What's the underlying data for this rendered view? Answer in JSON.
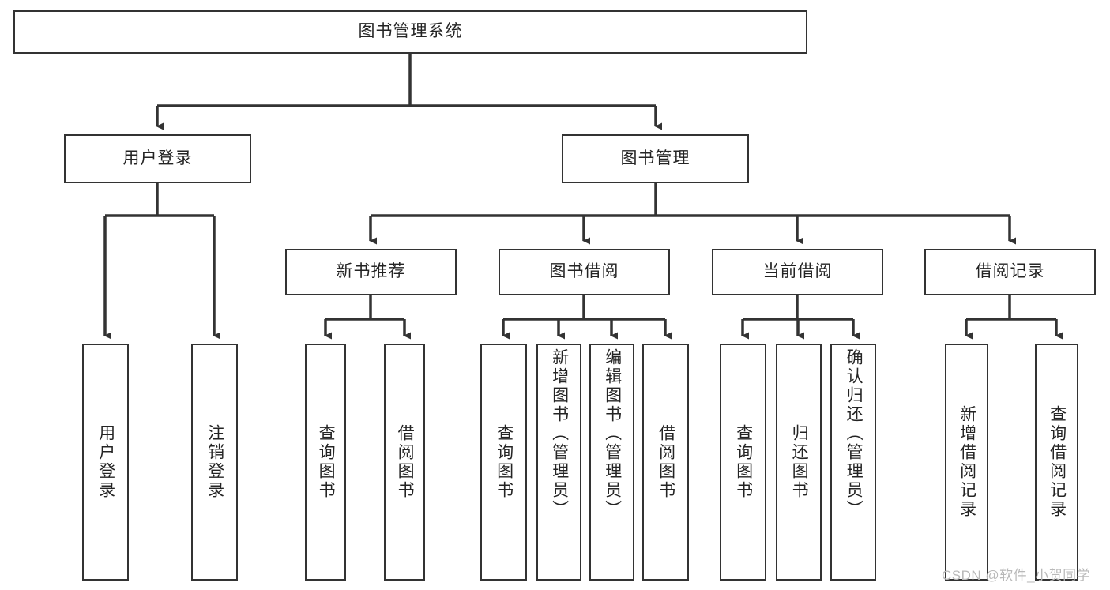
{
  "diagram": {
    "type": "hierarchy-tree",
    "title": "图书管理系统",
    "watermark": "CSDN @软件_小贺同学",
    "colors": {
      "box_border": "#333333",
      "box_fill": "#ffffff",
      "edge": "#333333",
      "text": "#242424",
      "watermark": "#b9b9b9"
    },
    "nodes": {
      "root": {
        "label": "图书管理系统"
      },
      "level2": [
        {
          "id": "user-login",
          "label": "用户登录"
        },
        {
          "id": "book-management",
          "label": "图书管理"
        }
      ],
      "level3": [
        {
          "id": "new-book-recommend",
          "label": "新书推荐"
        },
        {
          "id": "book-borrow",
          "label": "图书借阅"
        },
        {
          "id": "current-borrow",
          "label": "当前借阅"
        },
        {
          "id": "borrow-record",
          "label": "借阅记录"
        }
      ],
      "leaves": [
        {
          "id": "leaf-user-login",
          "label": "用户登录",
          "parent": "user-login"
        },
        {
          "id": "leaf-logout",
          "label": "注销登录",
          "parent": "user-login"
        },
        {
          "id": "leaf-query-book-1",
          "label": "查询图书",
          "parent": "new-book-recommend"
        },
        {
          "id": "leaf-borrow-book-1",
          "label": "借阅图书",
          "parent": "new-book-recommend"
        },
        {
          "id": "leaf-query-book-2",
          "label": "查询图书",
          "parent": "book-borrow"
        },
        {
          "id": "leaf-add-book",
          "label": "新增图书（管理员）",
          "parent": "book-borrow"
        },
        {
          "id": "leaf-edit-book",
          "label": "编辑图书（管理员）",
          "parent": "book-borrow"
        },
        {
          "id": "leaf-borrow-book-2",
          "label": "借阅图书",
          "parent": "book-borrow"
        },
        {
          "id": "leaf-query-book-3",
          "label": "查询图书",
          "parent": "current-borrow"
        },
        {
          "id": "leaf-return-book",
          "label": "归还图书",
          "parent": "current-borrow"
        },
        {
          "id": "leaf-confirm-return",
          "label": "确认归还（管理员）",
          "parent": "current-borrow"
        },
        {
          "id": "leaf-add-record",
          "label": "新增借阅记录",
          "parent": "borrow-record"
        },
        {
          "id": "leaf-query-record",
          "label": "查询借阅记录",
          "parent": "borrow-record"
        }
      ]
    }
  }
}
